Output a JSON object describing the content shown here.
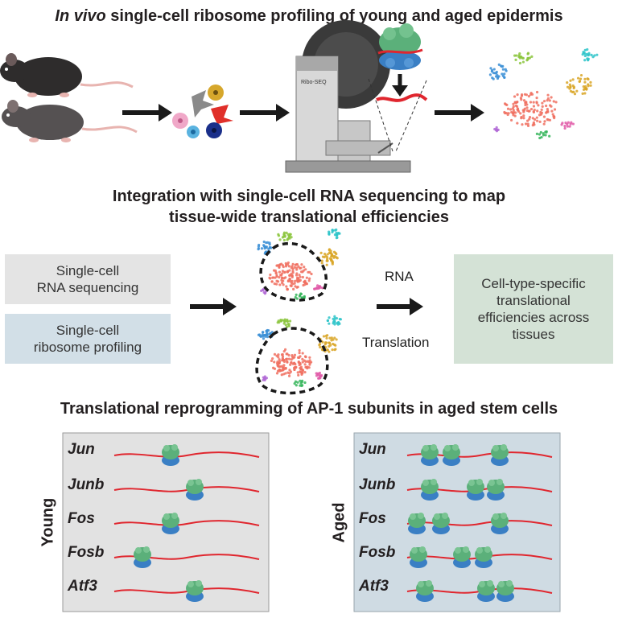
{
  "title1": {
    "italic": "In vivo",
    "rest": " single-cell ribosome profiling of young and aged epidermis"
  },
  "title2": {
    "line1": "Integration with single-cell RNA sequencing to map",
    "line2": "tissue-wide translational efficiencies"
  },
  "title3": "Translational reprogramming of AP-1 subunits in aged stem cells",
  "boxes": {
    "scrna": {
      "line1": "Single-cell",
      "line2": "RNA sequencing"
    },
    "scribo": {
      "line1": "Single-cell",
      "line2": "ribosome profiling"
    },
    "result": {
      "line1": "Cell-type-specific",
      "line2": "translational",
      "line3": "efficiencies across",
      "line4": "tissues"
    }
  },
  "labels": {
    "rna": "RNA",
    "translation": "Translation",
    "young": "Young",
    "aged": "Aged"
  },
  "instrument_label": "Ribo-SEQ",
  "genes": [
    "Jun",
    "Junb",
    "Fos",
    "Fosb",
    "Atf3"
  ],
  "ribosome_counts": {
    "young": [
      1,
      1,
      1,
      1,
      1
    ],
    "aged": [
      3,
      3,
      3,
      3,
      3
    ]
  },
  "colors": {
    "mrna": "#e0262e",
    "ribosome_top": "#5bb07a",
    "ribosome_bottom": "#3a7fc4",
    "young_panel": "#e2e2e2",
    "aged_panel": "#cfdbe3",
    "box_grey": "#e4e4e4",
    "box_blue": "#d2dfe7",
    "box_green": "#d4e2d6",
    "arrow": "#1a1a1a"
  }
}
